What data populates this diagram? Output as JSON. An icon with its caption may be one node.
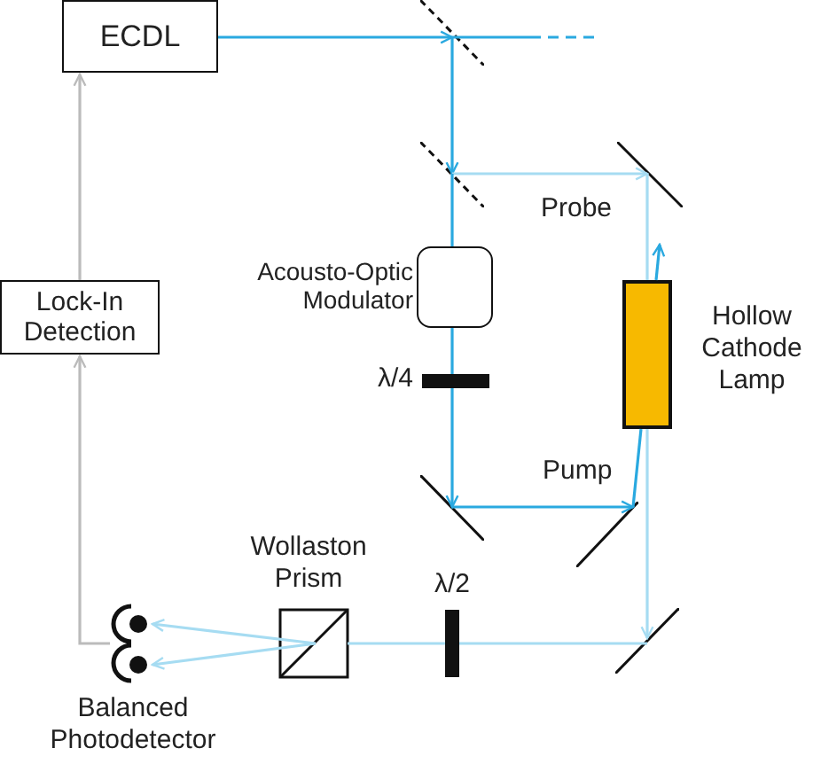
{
  "diagram": {
    "nodes": [
      {
        "text": [
          "ECDL"
        ]
      },
      {
        "text": [],
        "shape": "line"
      },
      {
        "text": [
          "Lock-In Detection"
        ]
      },
      {
        "text": [],
        "shape": "line"
      },
      {
        "text": [],
        "shape": "line"
      },
      {
        "text": [
          "Acousto-Optic Modulator"
        ]
      },
      {
        "text": [
          "Hollow Cathode Lamp"
        ]
      },
      {
        "text": [
          "λ/4"
        ]
      },
      {
        "text": [],
        "shape": "line"
      },
      {
        "text": [],
        "shape": "line"
      },
      {
        "text": [
          "Wollaston Prism"
        ]
      },
      {
        "text": [
          "λ/2"
        ]
      },
      {
        "text": [],
        "shape": "line"
      },
      {
        "text": [
          "Balanced Photodetector"
        ]
      }
    ],
    "edges": [
      {
        "from": 0,
        "to": 1,
        "arrow": "to"
      },
      {
        "from": 1,
        "to": null,
        "arrow": "none",
        "style": "dashed"
      },
      {
        "from": 1,
        "to": 3,
        "arrow": "to"
      },
      {
        "from": 3,
        "to": 4,
        "arrow": "to",
        "color": "#a6dcf2"
      },
      {
        "from": 3,
        "to": 5,
        "arrow": "none"
      },
      {
        "from": 5,
        "to": 7,
        "arrow": "none"
      },
      {
        "from": 7,
        "to": 8,
        "arrow": "to"
      },
      {
        "from": 8,
        "to": 9,
        "arrow": "to",
        "label": "Pump"
      },
      {
        "from": 9,
        "to": 6,
        "arrow": "none"
      },
      {
        "from": 6,
        "to": null,
        "arrow": "to"
      },
      {
        "from": 4,
        "to": 6,
        "arrow": "none",
        "color": "#a6dcf2"
      },
      {
        "from": 6,
        "to": 12,
        "arrow": "to",
        "color": "#a6dcf2"
      },
      {
        "from": 12,
        "to": 11,
        "arrow": "none",
        "color": "#a6dcf2"
      },
      {
        "from": 11,
        "to": 10,
        "arrow": "none",
        "color": "#a6dcf2"
      },
      {
        "from": 10,
        "to": 13,
        "arrow": "to",
        "color": "#a6dcf2"
      },
      {
        "from": 10,
        "to": 13,
        "arrow": "to",
        "color": "#a6dcf2"
      },
      {
        "from": 13,
        "to": 2,
        "arrow": "to",
        "color": "#bbbbbb"
      },
      {
        "from": 2,
        "to": 0,
        "arrow": "to",
        "color": "#bbbbbb"
      }
    ],
    "labels": [
      "Probe"
    ]
  }
}
